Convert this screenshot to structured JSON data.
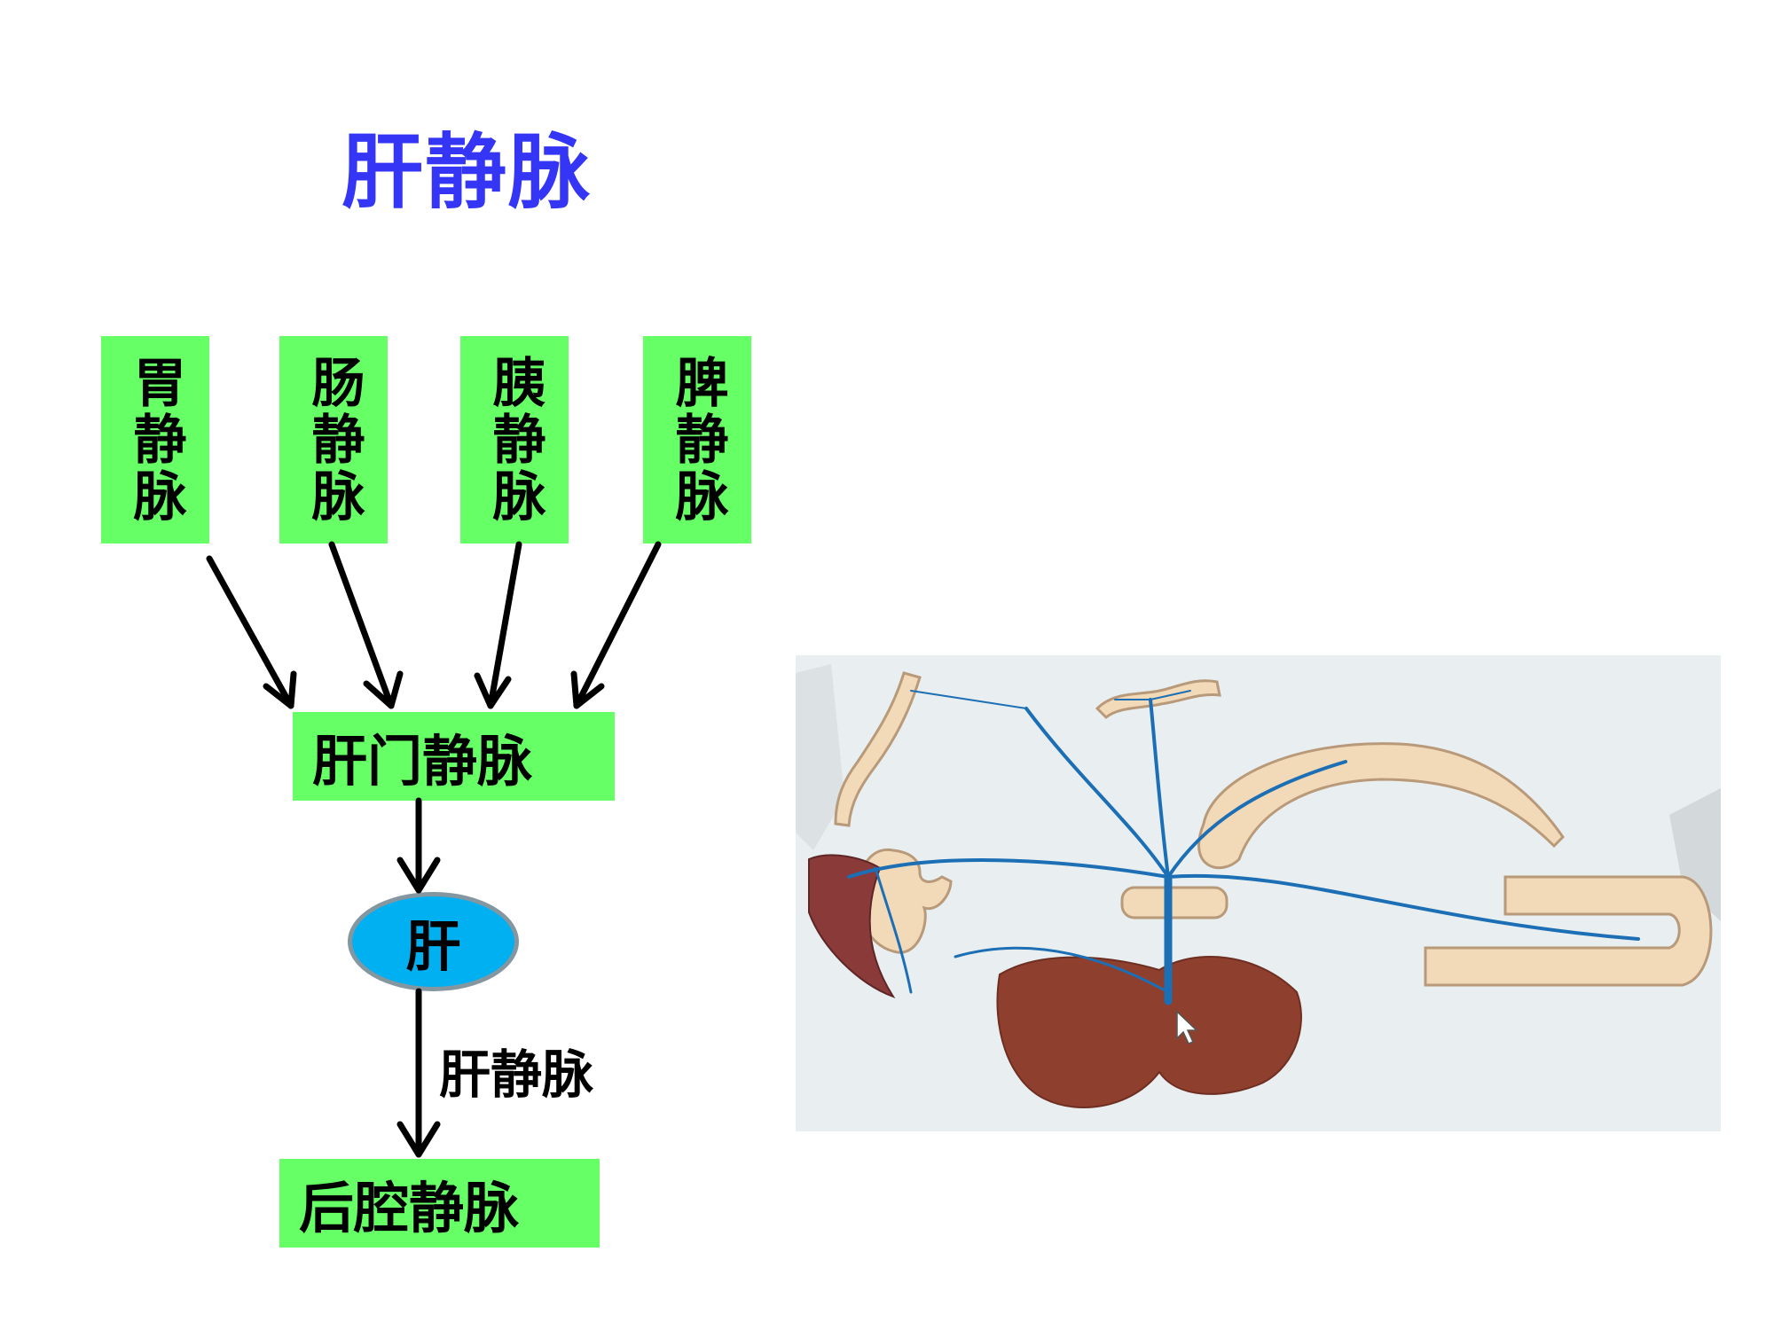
{
  "title": "肝静脉",
  "source_veins": [
    {
      "chars": [
        "胃",
        "静",
        "脉"
      ],
      "label": "胃静脉"
    },
    {
      "chars": [
        "肠",
        "静",
        "脉"
      ],
      "label": "肠静脉"
    },
    {
      "chars": [
        "胰",
        "静",
        "脉"
      ],
      "label": "胰静脉"
    },
    {
      "chars": [
        "脾",
        "静",
        "脉"
      ],
      "label": "脾静脉"
    }
  ],
  "portal_vein": "肝门静脉",
  "liver": "肝",
  "edge_label": "肝静脉",
  "posterior_vena_cava": "后腔静脉",
  "illustration": {
    "subject": "hepatic-portal-system",
    "colors": {
      "background": "#E9EFF0",
      "vein": "#1C6FB5",
      "organ_tissue": "#F2D9B8",
      "liver_tissue": "#8E3F2E",
      "spleen_tissue": "#8B3A3A"
    }
  },
  "colors": {
    "box_fill": "#66FF66",
    "title": "#3535F5",
    "liver_fill": "#00B0F0",
    "liver_border": "#8497A0",
    "arrow": "#000000"
  }
}
